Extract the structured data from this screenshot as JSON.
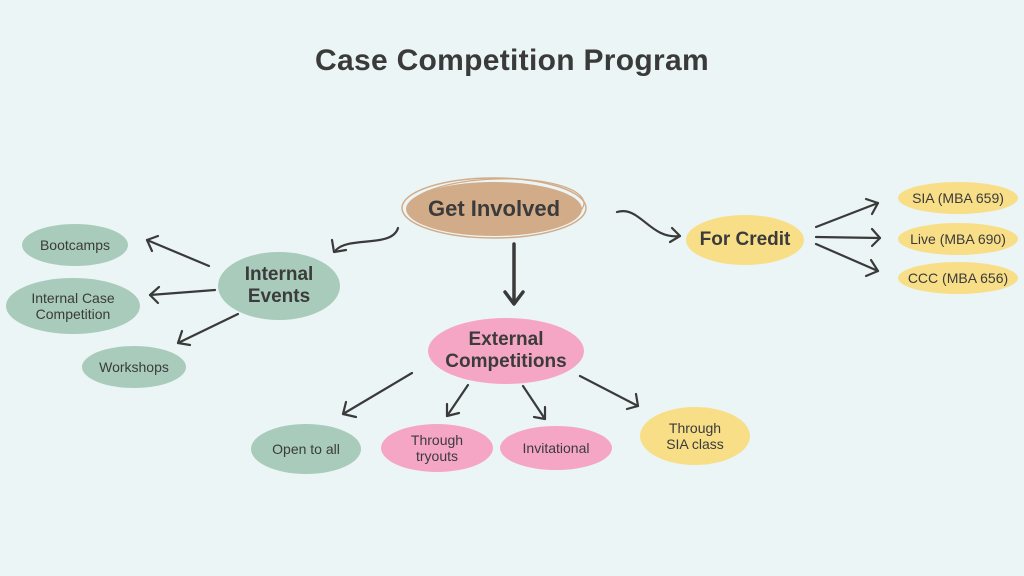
{
  "title": "Case Competition Program",
  "root": {
    "label": "Get Involved"
  },
  "internal_events": {
    "label": "Internal Events",
    "children": [
      "Bootcamps",
      "Internal Case Competition",
      "Workshops"
    ]
  },
  "external_competitions": {
    "label": "External Competitions",
    "children": [
      "Open to all",
      "Through tryouts",
      "Invitational",
      "Through SIA class"
    ]
  },
  "for_credit": {
    "label": "For Credit",
    "children": [
      "SIA (MBA 659)",
      "Live (MBA 690)",
      "CCC (MBA 656)"
    ]
  },
  "colors": {
    "background": "#ebf5f5",
    "root": "#d2ab88",
    "internal": "#a8cbbb",
    "external": "#f6a6c5",
    "credit": "#f8de87",
    "arrow": "#3a3a3a"
  }
}
